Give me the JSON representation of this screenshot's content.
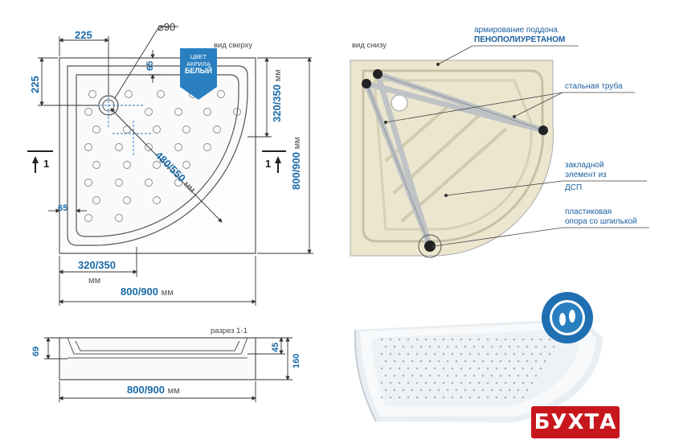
{
  "top_view": {
    "caption": "вид сверху",
    "dim_225_top": "225",
    "dim_225_left": "225",
    "dim_diameter": "⌀90",
    "dim_65_top": "65",
    "dim_65_left": "65",
    "dim_diagonal": "480/550",
    "dim_diagonal_unit": "мм",
    "dim_320_right": "320/350",
    "dim_320_right_unit": "мм",
    "dim_800_right": "800/900",
    "dim_800_right_unit": "мм",
    "dim_320_bottom": "320/350",
    "dim_320_bottom_unit": "мм",
    "dim_800_bottom": "800/900",
    "dim_800_bottom_unit": "мм",
    "section_mark_left": "1",
    "section_mark_right": "1"
  },
  "badge": {
    "line1": "ЦВЕТ",
    "line2": "АКРИЛА",
    "line3": "БЕЛЫЙ",
    "color": "#2a7fc1"
  },
  "bottom_view": {
    "caption": "вид снизу",
    "callout_reinforcement_1": "армирование поддона",
    "callout_reinforcement_2": "ПЕНОПОЛИУРЕТАНОМ",
    "callout_pipe": "стальная труба",
    "callout_insert_1": "закладной",
    "callout_insert_2": "элемент из",
    "callout_insert_3": "ДСП",
    "callout_support_1": "пластиковая",
    "callout_support_2": "опора со шпилькой"
  },
  "section": {
    "caption": "разрез 1-1",
    "dim_69": "69",
    "dim_45": "45",
    "dim_160": "160",
    "dim_width": "800/900",
    "dim_width_unit": "мм"
  },
  "brand": {
    "name": "БУХТА",
    "color": "#c8161d"
  },
  "cert_icon": "anti-slip-feet-icon"
}
